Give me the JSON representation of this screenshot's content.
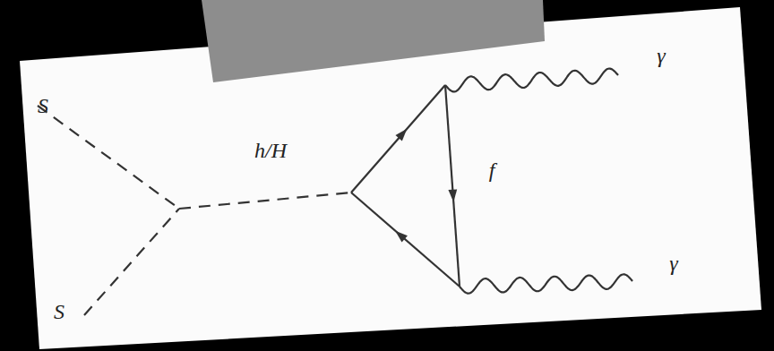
{
  "diagram": {
    "labels": [
      "S",
      "S",
      "h/H",
      "f",
      "γ",
      "γ"
    ]
  }
}
